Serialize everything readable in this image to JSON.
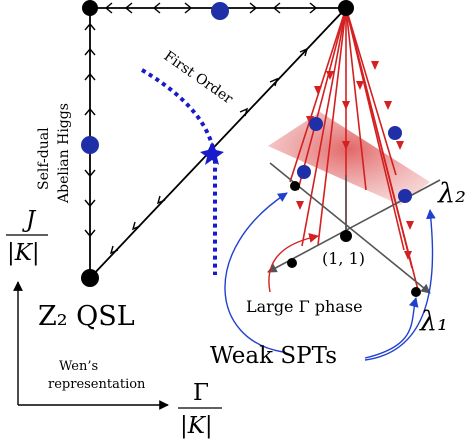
{
  "labels": {
    "first_order": "First Order",
    "self_dual_line1": "Self-dual",
    "self_dual_line2": "Abelian Higgs",
    "qsl": "Z₂  QSL",
    "large_gamma": "Large Γ phase",
    "weak_spts": "Weak SPTs",
    "point_11": "(1, 1)",
    "lambda2": "λ₂",
    "lambda1": "λ₁",
    "wens_line1": "Wen’s",
    "wens_line2": "representation",
    "y_axis_num": "J",
    "y_axis_den": "|K|",
    "x_axis_num": "Γ",
    "x_axis_den": "|K|"
  },
  "colors": {
    "line": "#000000",
    "blue_point": "#1f2fa8",
    "first_order": "#1a1acd",
    "flow_red": "#d42020",
    "plane_red": "#e06060",
    "arrow_blue": "#2040d0",
    "arrow_gray": "#555555"
  }
}
